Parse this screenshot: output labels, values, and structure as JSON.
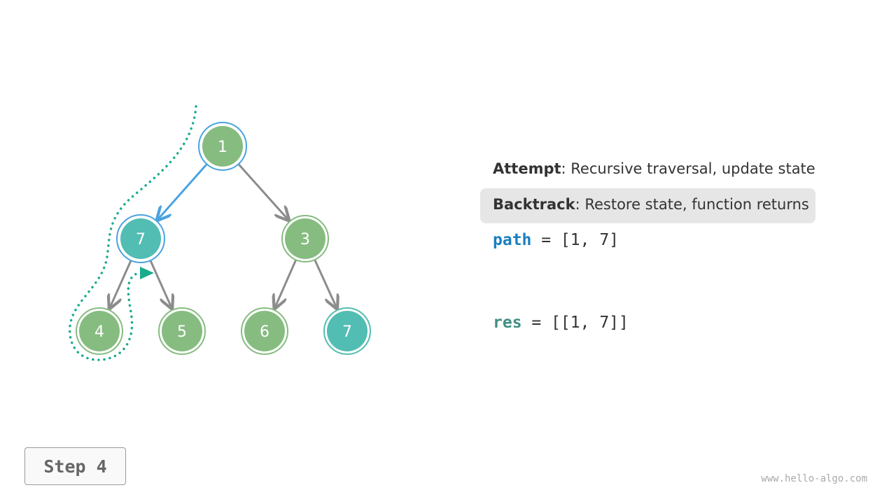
{
  "tree": {
    "nodes": [
      {
        "id": "n1",
        "label": "1",
        "state": "path"
      },
      {
        "id": "n2",
        "label": "7",
        "state": "path-solution"
      },
      {
        "id": "n3",
        "label": "3",
        "state": "normal"
      },
      {
        "id": "n4",
        "label": "4",
        "state": "normal"
      },
      {
        "id": "n5",
        "label": "5",
        "state": "normal"
      },
      {
        "id": "n6",
        "label": "6",
        "state": "normal"
      },
      {
        "id": "n7",
        "label": "7",
        "state": "solution"
      }
    ],
    "edges": [
      {
        "from": "n1",
        "to": "n2",
        "state": "path"
      },
      {
        "from": "n1",
        "to": "n3",
        "state": "normal"
      },
      {
        "from": "n2",
        "to": "n4",
        "state": "normal"
      },
      {
        "from": "n2",
        "to": "n5",
        "state": "normal"
      },
      {
        "from": "n3",
        "to": "n6",
        "state": "normal"
      },
      {
        "from": "n3",
        "to": "n7",
        "state": "normal"
      }
    ]
  },
  "legend": {
    "attempt_term": "Attempt",
    "attempt_desc": ": Recursive traversal, update state",
    "backtrack_term": "Backtrack",
    "backtrack_desc": ": Restore state, function returns"
  },
  "code": {
    "path_name": "path",
    "path_value": " = [1, 7]",
    "res_name": "res",
    "res_value": " = [[1, 7]]"
  },
  "step_label": "Step 4",
  "watermark": "www.hello-algo.com",
  "colors": {
    "node_green": "#86bc80",
    "node_teal": "#52bdb2",
    "highlight_blue": "#4aa3e0",
    "edge_gray": "#8c8c8c",
    "trace_teal": "#1bab8e"
  }
}
